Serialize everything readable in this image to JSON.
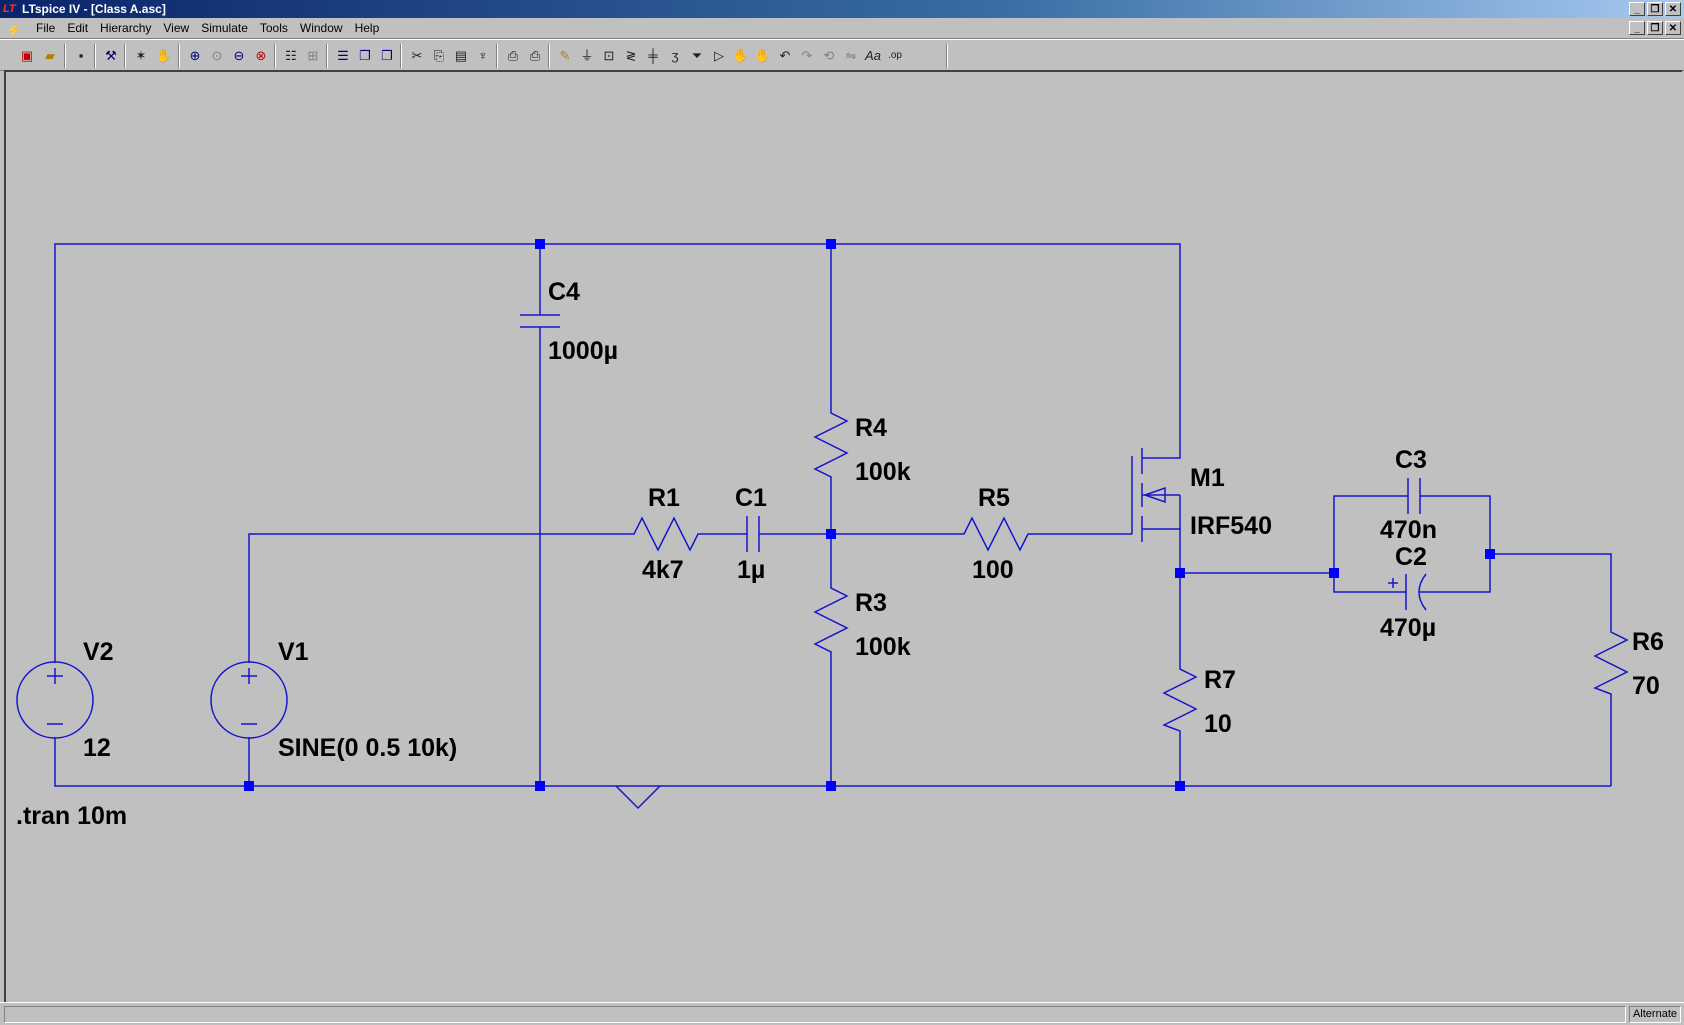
{
  "window": {
    "title": "LTspice IV - [Class A.asc]",
    "controls": {
      "minimize": "_",
      "restore": "❐",
      "close": "✕"
    }
  },
  "menu": {
    "items": [
      "File",
      "Edit",
      "Hierarchy",
      "View",
      "Simulate",
      "Tools",
      "Window",
      "Help"
    ]
  },
  "schematic": {
    "components": {
      "C4": {
        "name": "C4",
        "value": "1000µ"
      },
      "R4": {
        "name": "R4",
        "value": "100k"
      },
      "R1": {
        "name": "R1",
        "value": "4k7"
      },
      "C1": {
        "name": "C1",
        "value": "1µ"
      },
      "R5": {
        "name": "R5",
        "value": "100"
      },
      "M1": {
        "name": "M1",
        "value": "IRF540"
      },
      "C3": {
        "name": "C3",
        "value": "470n"
      },
      "C2": {
        "name": "C2",
        "value": "470µ"
      },
      "R3": {
        "name": "R3",
        "value": "100k"
      },
      "V2": {
        "name": "V2",
        "value": "12"
      },
      "V1": {
        "name": "V1",
        "value": "SINE(0 0.5 10k)"
      },
      "R7": {
        "name": "R7",
        "value": "10"
      },
      "R6": {
        "name": "R6",
        "value": "70"
      }
    },
    "directive": ".tran 10m",
    "wire_color": "#1515cc",
    "node_color": "#0000ff"
  },
  "status": {
    "mode": "Alternate"
  }
}
